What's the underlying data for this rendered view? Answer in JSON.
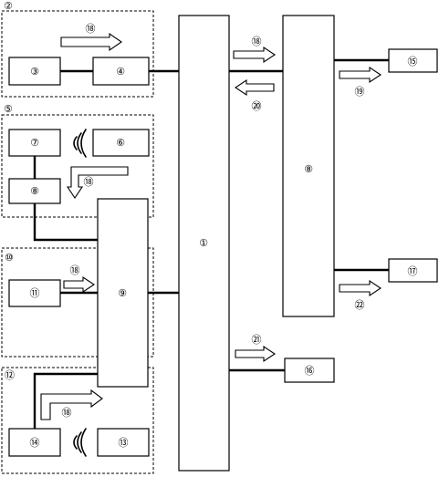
{
  "diagram": {
    "groups": [
      {
        "id": "g2",
        "label": "②"
      },
      {
        "id": "g5",
        "label": "⑤"
      },
      {
        "id": "g10",
        "label": "⑩"
      },
      {
        "id": "g12",
        "label": "⑫"
      }
    ],
    "nodes": [
      {
        "id": "n1",
        "label": "①"
      },
      {
        "id": "n3",
        "label": "③"
      },
      {
        "id": "n4",
        "label": "④"
      },
      {
        "id": "n6",
        "label": "⑥"
      },
      {
        "id": "n7",
        "label": "⑦"
      },
      {
        "id": "n8a",
        "label": "⑧"
      },
      {
        "id": "n8b",
        "label": "⑧"
      },
      {
        "id": "n9",
        "label": "⑨"
      },
      {
        "id": "n11",
        "label": "⑪"
      },
      {
        "id": "n13",
        "label": "⑬"
      },
      {
        "id": "n14",
        "label": "⑭"
      },
      {
        "id": "n15",
        "label": "⑮"
      },
      {
        "id": "n16",
        "label": "⑯"
      },
      {
        "id": "n17",
        "label": "⑰"
      }
    ],
    "flows": [
      {
        "id": "f18a",
        "label": "⑱"
      },
      {
        "id": "f18b",
        "label": "⑱"
      },
      {
        "id": "f18c",
        "label": "⑱"
      },
      {
        "id": "f18d",
        "label": "⑱"
      },
      {
        "id": "f18e",
        "label": "⑱"
      },
      {
        "id": "f19",
        "label": "⑲"
      },
      {
        "id": "f20",
        "label": "⑳"
      },
      {
        "id": "f21",
        "label": "㉑"
      },
      {
        "id": "f22",
        "label": "㉒"
      }
    ],
    "connections": [
      {
        "from": "n3",
        "to": "n4"
      },
      {
        "from": "n4",
        "to": "n1"
      },
      {
        "from": "n1",
        "to": "n8b"
      },
      {
        "from": "n7",
        "to": "n8a"
      },
      {
        "from": "n8a",
        "to": "n9"
      },
      {
        "from": "n11",
        "to": "n9"
      },
      {
        "from": "n9",
        "to": "n1"
      },
      {
        "from": "n14",
        "to": "n9"
      },
      {
        "from": "n1",
        "to": "n16"
      },
      {
        "from": "n8b",
        "to": "n15"
      },
      {
        "from": "n8b",
        "to": "n17"
      }
    ],
    "wireless": [
      {
        "from": "n6",
        "to": "n7"
      },
      {
        "from": "n13",
        "to": "n14"
      }
    ]
  }
}
